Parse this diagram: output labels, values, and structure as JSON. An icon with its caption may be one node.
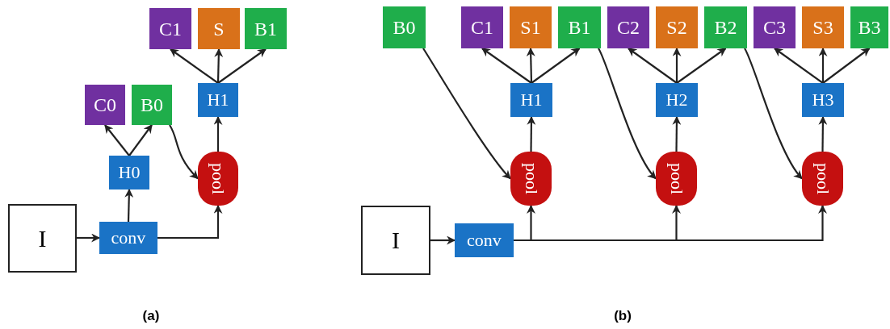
{
  "diagram": {
    "nodes": [
      {
        "text": [
          "C1"
        ]
      },
      {
        "text": [
          "S"
        ]
      },
      {
        "text": [
          "B1"
        ]
      },
      {
        "text": [
          "C0"
        ]
      },
      {
        "text": [
          "B0"
        ]
      },
      {
        "text": [
          "H1"
        ]
      },
      {
        "text": [
          "H0"
        ]
      },
      {
        "text": [
          "pool"
        ]
      },
      {
        "text": [
          "I"
        ]
      },
      {
        "text": [
          "conv"
        ]
      },
      {
        "text": [
          "B0"
        ]
      },
      {
        "text": [
          "C1"
        ]
      },
      {
        "text": [
          "S1"
        ]
      },
      {
        "text": [
          "B1"
        ]
      },
      {
        "text": [
          "C2"
        ]
      },
      {
        "text": [
          "S2"
        ]
      },
      {
        "text": [
          "B2"
        ]
      },
      {
        "text": [
          "C3"
        ]
      },
      {
        "text": [
          "S3"
        ]
      },
      {
        "text": [
          "B3"
        ]
      },
      {
        "text": [
          "H1"
        ]
      },
      {
        "text": [
          "H2"
        ]
      },
      {
        "text": [
          "H3"
        ]
      },
      {
        "text": [
          "pool"
        ]
      },
      {
        "text": [
          "pool"
        ]
      },
      {
        "text": [
          "pool"
        ]
      },
      {
        "text": [
          "I"
        ]
      },
      {
        "text": [
          "conv"
        ]
      }
    ],
    "edges": [
      {
        "from": 8,
        "to": 9,
        "arrow": "to"
      },
      {
        "from": 9,
        "to": 6,
        "arrow": "to"
      },
      {
        "from": 6,
        "to": 3,
        "arrow": "to"
      },
      {
        "from": 6,
        "to": 4,
        "arrow": "to"
      },
      {
        "from": 4,
        "to": 7,
        "arrow": "to"
      },
      {
        "from": 9,
        "to": 7,
        "arrow": "to"
      },
      {
        "from": 7,
        "to": 5,
        "arrow": "to"
      },
      {
        "from": 5,
        "to": 0,
        "arrow": "to"
      },
      {
        "from": 5,
        "to": 1,
        "arrow": "to"
      },
      {
        "from": 5,
        "to": 2,
        "arrow": "to"
      },
      {
        "from": 26,
        "to": 27,
        "arrow": "to"
      },
      {
        "from": 27,
        "to": 23,
        "arrow": "to"
      },
      {
        "from": 27,
        "to": 24,
        "arrow": "to"
      },
      {
        "from": 27,
        "to": 25,
        "arrow": "to"
      },
      {
        "from": 10,
        "to": 23,
        "arrow": "to"
      },
      {
        "from": 13,
        "to": 24,
        "arrow": "to"
      },
      {
        "from": 16,
        "to": 25,
        "arrow": "to"
      },
      {
        "from": 23,
        "to": 20,
        "arrow": "to"
      },
      {
        "from": 24,
        "to": 21,
        "arrow": "to"
      },
      {
        "from": 25,
        "to": 22,
        "arrow": "to"
      },
      {
        "from": 20,
        "to": 11,
        "arrow": "to"
      },
      {
        "from": 20,
        "to": 12,
        "arrow": "to"
      },
      {
        "from": 20,
        "to": 13,
        "arrow": "to"
      },
      {
        "from": 21,
        "to": 14,
        "arrow": "to"
      },
      {
        "from": 21,
        "to": 15,
        "arrow": "to"
      },
      {
        "from": 21,
        "to": 16,
        "arrow": "to"
      },
      {
        "from": 22,
        "to": 17,
        "arrow": "to"
      },
      {
        "from": 22,
        "to": 18,
        "arrow": "to"
      },
      {
        "from": 22,
        "to": 19,
        "arrow": "to"
      }
    ],
    "labels": [
      "(a)",
      "(b)"
    ]
  }
}
